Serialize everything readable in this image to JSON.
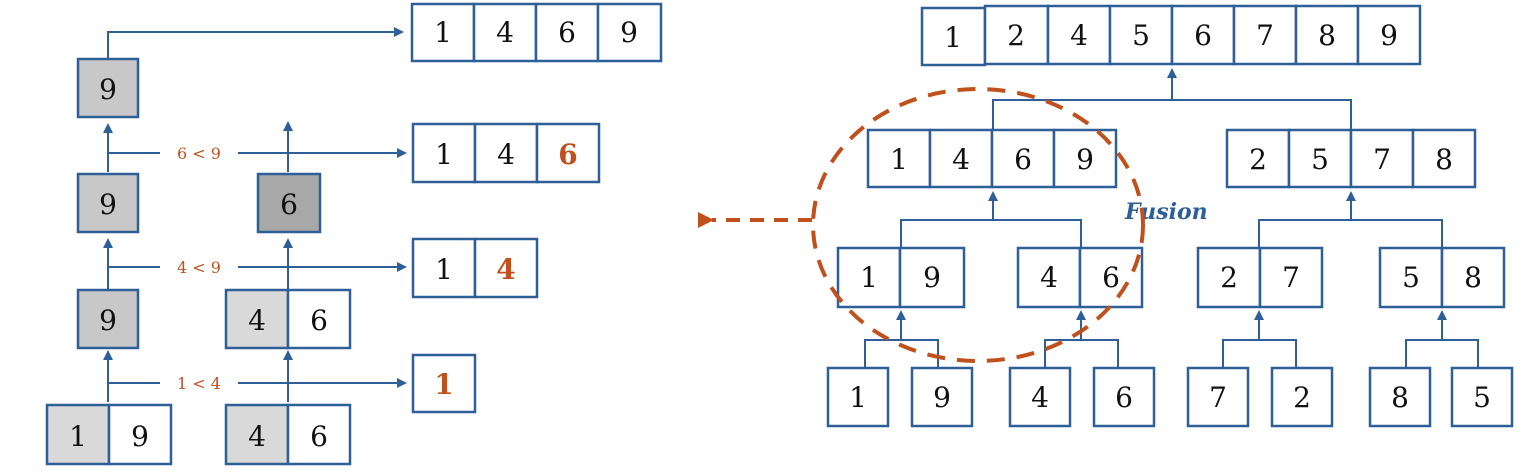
{
  "left_panel": {
    "bottom_pairs": [
      [
        "1",
        "9"
      ],
      [
        "4",
        "6"
      ]
    ],
    "mid_pair": [
      "4",
      "6"
    ],
    "stack_nine": "9",
    "stack_six": "6",
    "comparisons": [
      "1 < 4",
      "4 < 9",
      "6 < 9"
    ],
    "outputs": [
      [
        "1"
      ],
      [
        "1",
        "4"
      ],
      [
        "1",
        "4",
        "6"
      ],
      [
        "1",
        "4",
        "6",
        "9"
      ]
    ]
  },
  "right_panel": {
    "fusion_label": "Fusion",
    "leaves": [
      "1",
      "9",
      "4",
      "6",
      "7",
      "2",
      "8",
      "5"
    ],
    "level1": [
      [
        "1",
        "9"
      ],
      [
        "4",
        "6"
      ],
      [
        "2",
        "7"
      ],
      [
        "5",
        "8"
      ]
    ],
    "level2": [
      [
        "1",
        "4",
        "6",
        "9"
      ],
      [
        "2",
        "5",
        "7",
        "8"
      ]
    ],
    "root": [
      "1",
      "2",
      "4",
      "5",
      "6",
      "7",
      "8",
      "9"
    ]
  },
  "colors": {
    "box_stroke": "#2E5F96",
    "arrow": "#2E5F96",
    "highlight": "#C0501C",
    "gray_fill": "#C8C8C8"
  }
}
